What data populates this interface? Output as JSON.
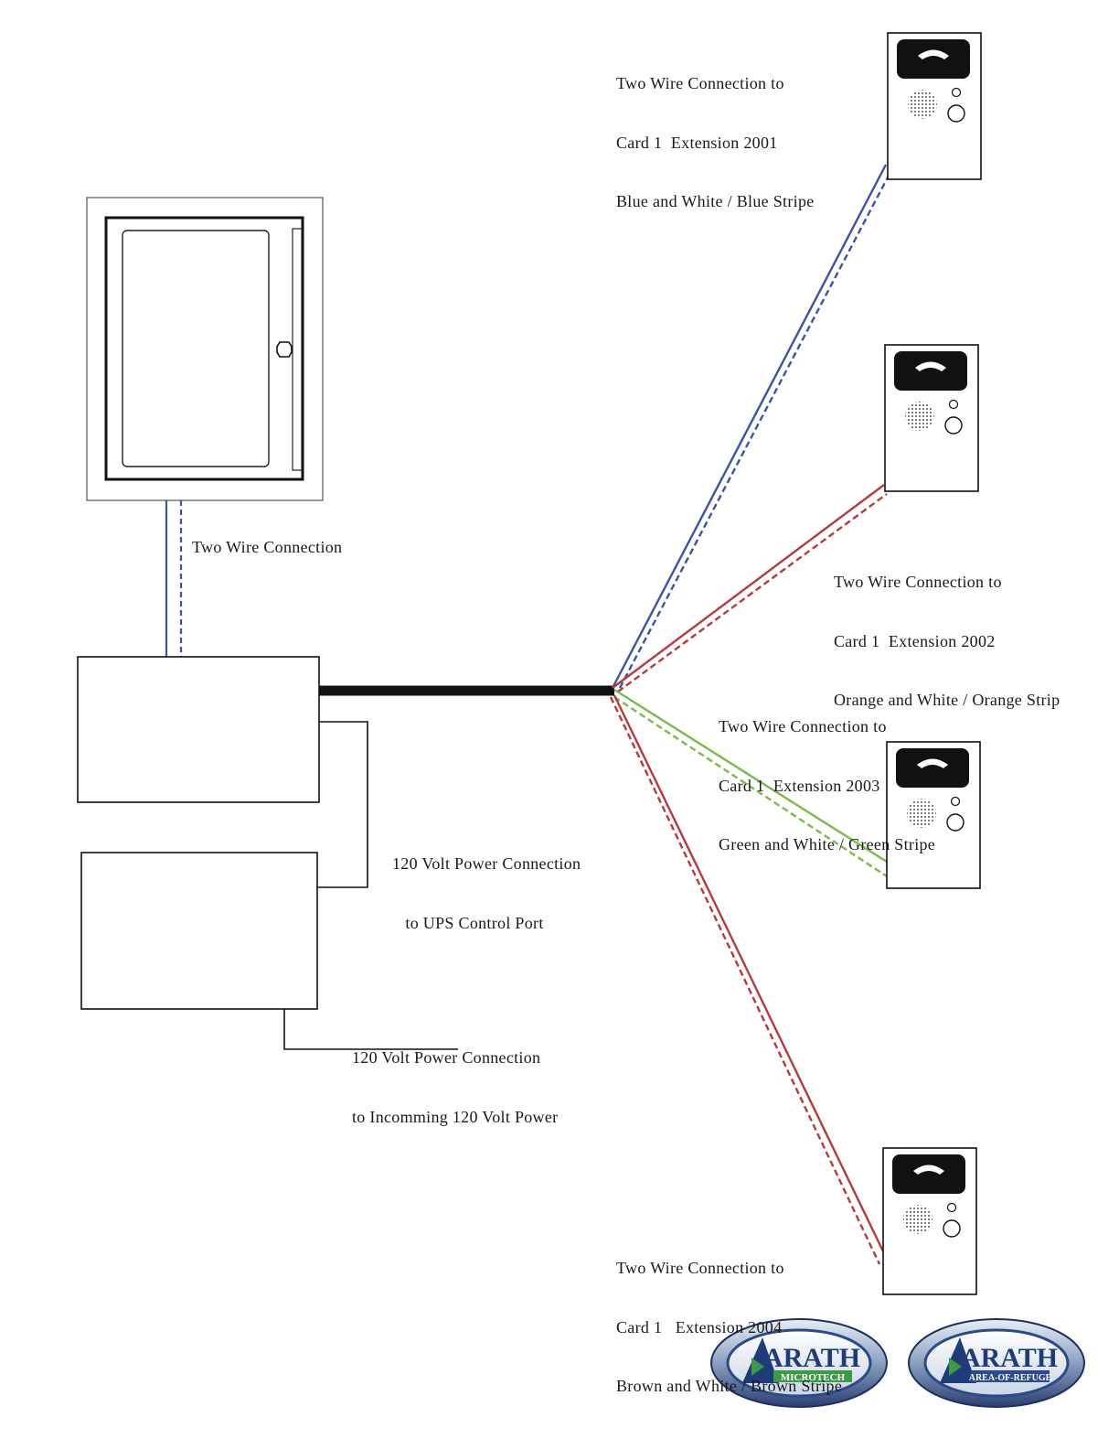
{
  "labels": {
    "station1": [
      "Two Wire Connection to",
      "Card 1  Extension 2001",
      "Blue and White / Blue Stripe"
    ],
    "station2": [
      "Two Wire Connection to",
      "Card 1  Extension 2002",
      "Orange and White / Orange Strip"
    ],
    "station3": [
      "Two Wire Connection to",
      "Card 1  Extension 2003",
      "Green and White / Green Stripe"
    ],
    "station4": [
      "Two Wire Connection to",
      "Card 1   Extension 2004",
      "Brown and White / Brown Stripe"
    ],
    "cabinet_link": "Two Wire Connection",
    "ups_link": [
      "120 Volt Power Connection",
      "   to UPS Control Port"
    ],
    "mains_link": [
      "120 Volt Power Connection",
      "to Incomming 120 Volt Power"
    ]
  },
  "logos": {
    "left": {
      "main": "ARATH",
      "sub": "MICROTECH"
    },
    "right": {
      "main": "ARATH",
      "sub": "AREA-OF-REFUGE"
    }
  },
  "colors": {
    "blue_pair": "#3a55a8",
    "red_pair": "#b83a3a",
    "green_pair": "#78bd4a",
    "trunk": "#111111",
    "logo_ring": "#2a4a8a",
    "logo_green": "#3c9a44"
  }
}
